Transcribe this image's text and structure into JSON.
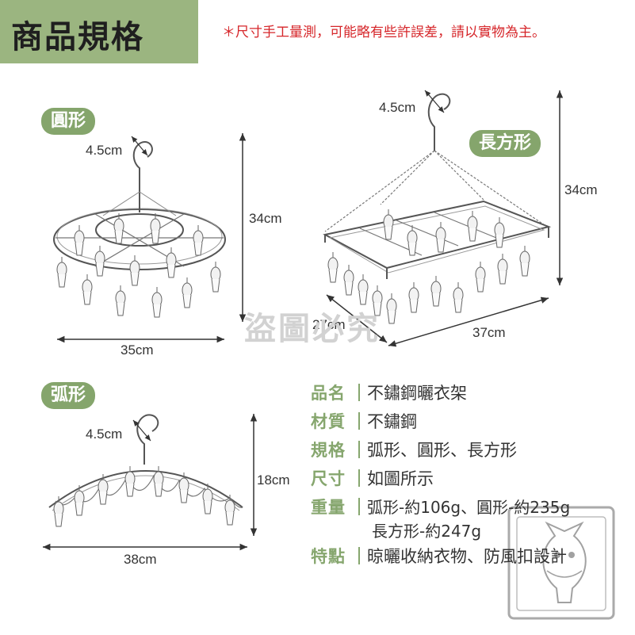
{
  "header": {
    "title": "商品規格",
    "note": "＊尺寸手工量測，可能略有些許誤差，請以實物為主。"
  },
  "round": {
    "tag": "圓形",
    "hook": "4.5cm",
    "height": "34cm",
    "width": "35cm"
  },
  "rect": {
    "tag": "長方形",
    "hook": "4.5cm",
    "height": "34cm",
    "depth": "27cm",
    "width": "37cm"
  },
  "arc": {
    "tag": "弧形",
    "hook": "4.5cm",
    "height": "18cm",
    "width": "38cm"
  },
  "watermark": "盜圖必究",
  "specs": {
    "name_label": "品名",
    "name_value": "不鏽鋼曬衣架",
    "material_label": "材質",
    "material_value": "不鏽鋼",
    "spec_label": "規格",
    "spec_value": "弧形、圓形、長方形",
    "size_label": "尺寸",
    "size_value": "如圖所示",
    "weight_label": "重量",
    "weight_value_1": "弧形-約106g、圓形-約235g",
    "weight_value_2": "長方形-約247g",
    "feature_label": "特點",
    "feature_value": "晾曬收納衣物、防風扣設計"
  }
}
